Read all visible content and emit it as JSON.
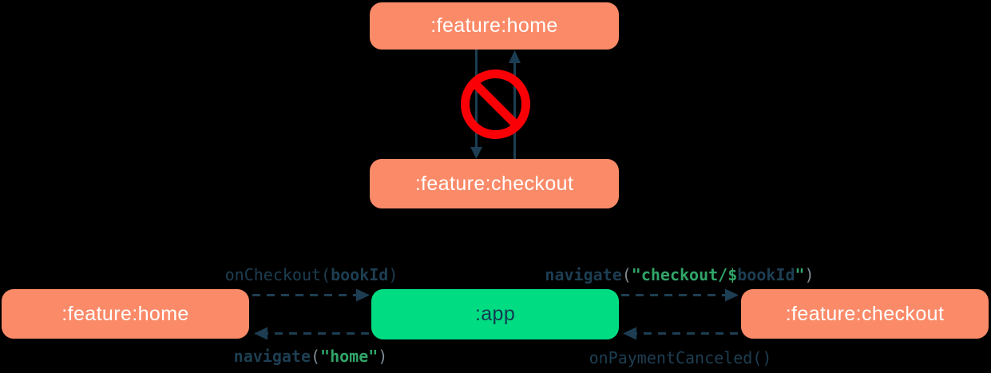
{
  "top_section": {
    "home_node": ":feature:home",
    "checkout_node": ":feature:checkout",
    "forbidden_icon": "no-entry-icon",
    "meaning": "direct dependency between feature modules is forbidden"
  },
  "bottom_section": {
    "home_node": ":feature:home",
    "app_node": ":app",
    "checkout_node": ":feature:checkout",
    "calls": {
      "on_checkout": {
        "fn": "onCheckout",
        "open": "(",
        "arg": "bookId",
        "close": ")"
      },
      "navigate_checkout": {
        "fn": "navigate",
        "open": "(",
        "str_open": "\"checkout/",
        "dollar": "$",
        "var": "bookId",
        "str_close": "\"",
        "close": ")"
      },
      "navigate_home": {
        "fn": "navigate",
        "open": "(",
        "str": "\"home\"",
        "close": ")"
      },
      "on_payment_canceled": {
        "fn": "onPaymentCanceled",
        "parens": "()"
      }
    }
  },
  "colors": {
    "background": "#000000",
    "feature_box": "#FB8A68",
    "app_box": "#00DC82",
    "box_text_light": "#FFFFFF",
    "navy": "#1D3E52",
    "forbidden_red": "#FA0006",
    "code_green": "#31A468",
    "code_gray": "#7F8B94"
  }
}
